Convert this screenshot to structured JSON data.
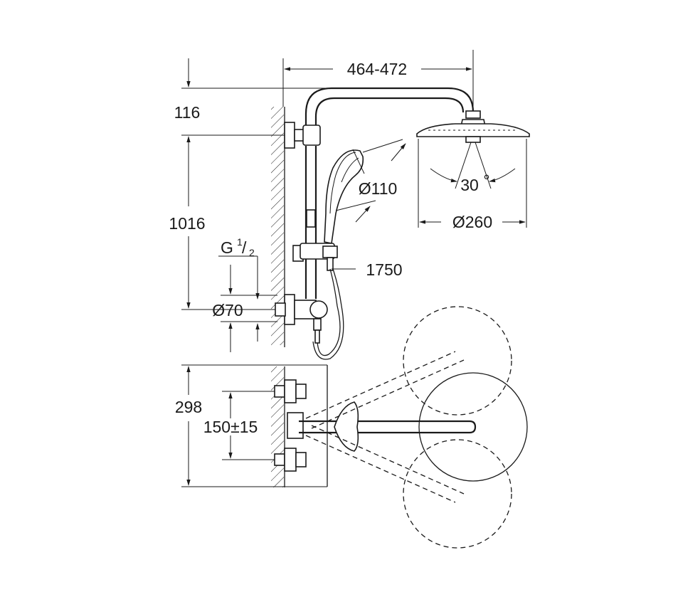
{
  "dimensions": {
    "overall_width": "464-472",
    "top_offset": "116",
    "height": "1016",
    "thread_g": "G",
    "thread_num": "1",
    "thread_slash": "/",
    "thread_den": "2",
    "outlet_diameter": "Ø70",
    "hand_shower_diameter": "Ø110",
    "hose_length": "1750",
    "head_angle": "30",
    "degree_sign": "°",
    "head_shower_diameter": "Ø260",
    "mixer_height": "298",
    "connection_spacing": "150±15"
  }
}
